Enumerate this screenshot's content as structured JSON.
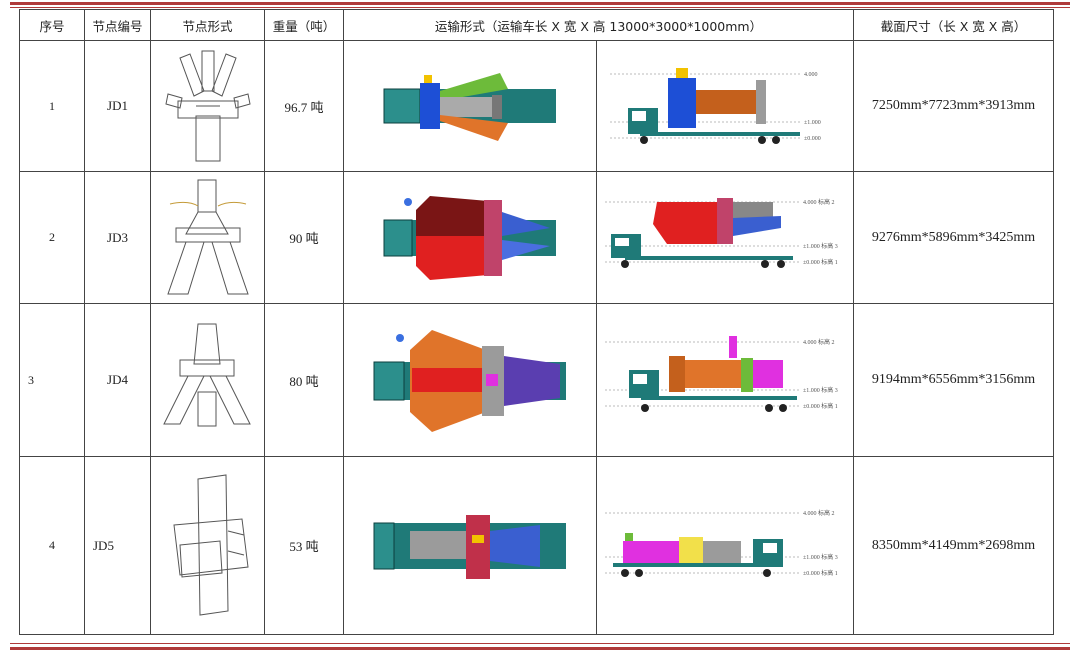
{
  "headers": {
    "seq": "序号",
    "node_id": "节点编号",
    "node_form": "节点形式",
    "weight": "重量（吨）",
    "transport": "运输形式（运输车长 X 宽 X 高 13000*3000*1000mm）",
    "section": "截面尺寸（长 X 宽 X 高）"
  },
  "rows": [
    {
      "seq": "1",
      "node_id": "JD1",
      "weight": "96.7 吨",
      "section": "7250mm*7723mm*3913mm",
      "side_labels": [
        "4.000",
        "±1.000",
        "±0.000"
      ]
    },
    {
      "seq": "2",
      "node_id": "JD3",
      "weight": "90 吨",
      "section": "9276mm*5896mm*3425mm",
      "side_labels": [
        "4.000 标高 2",
        "±1.000 标高 3",
        "±0.000 标高 1"
      ]
    },
    {
      "seq": "3",
      "node_id": "JD4",
      "weight": "80 吨",
      "section": "9194mm*6556mm*3156mm",
      "side_labels": [
        "4.000 标高 2",
        "±1.000 标高 3",
        "±0.000 标高 1"
      ]
    },
    {
      "seq": "4",
      "node_id": "JD5",
      "weight": "53 吨",
      "section": "8350mm*4149mm*2698mm",
      "side_labels": [
        "4.000 标高 2",
        "±1.000 标高 3",
        "±0.000 标高 1"
      ]
    }
  ],
  "colors": {
    "truck": "#1f7a78",
    "rule": "#b03a3a"
  }
}
